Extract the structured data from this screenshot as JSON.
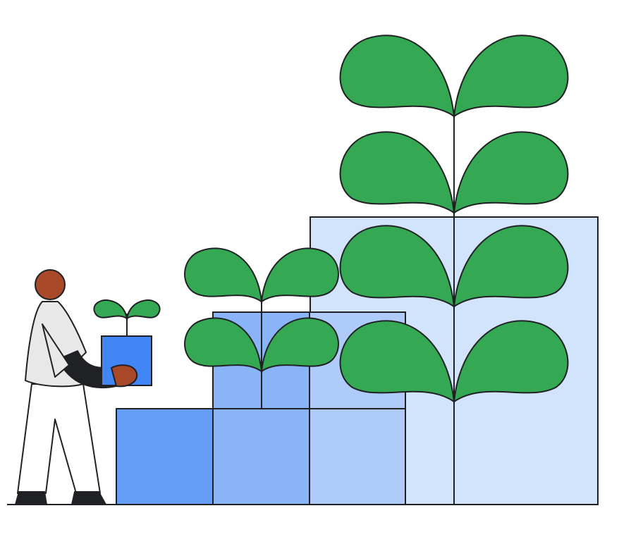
{
  "colors": {
    "background": "#ffffff",
    "outline": "#202124",
    "leaf_green": "#34a853",
    "block_darkest": "#4285f4",
    "block_dark": "#669df6",
    "block_mid": "#8ab4f8",
    "block_light": "#aecbfa",
    "block_lightest": "#d2e3fc",
    "skin": "#a8492a",
    "shirt": "#e8e8e8",
    "pants": "#ffffff",
    "sleeve": "#202124",
    "shoes": "#202124"
  },
  "icons": [
    "person-figure",
    "sprout-pot",
    "plant-small",
    "plant-large",
    "stacked-blocks"
  ]
}
